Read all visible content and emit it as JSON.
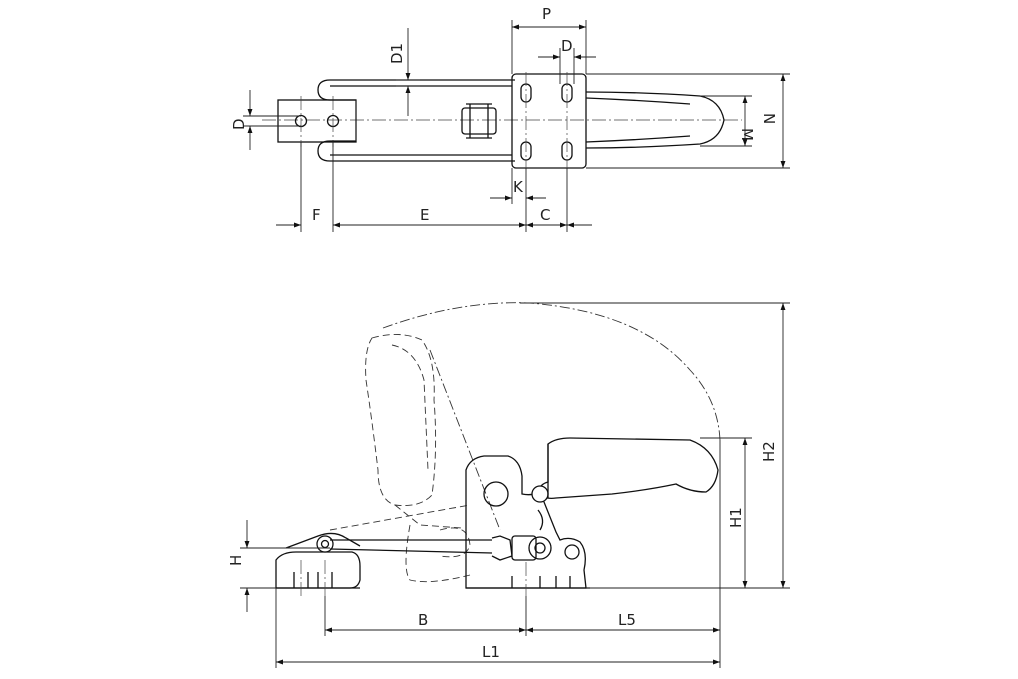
{
  "drawing": {
    "top_view": {
      "labels": {
        "P": "P",
        "D": "D",
        "D1": "D1",
        "D_left": "D",
        "M": "M",
        "N": "N",
        "K": "K",
        "F": "F",
        "E": "E",
        "C": "C"
      }
    },
    "side_view": {
      "labels": {
        "H": "H",
        "H1": "H1",
        "H2": "H2",
        "B": "B",
        "L5": "L5",
        "L1": "L1"
      }
    }
  }
}
